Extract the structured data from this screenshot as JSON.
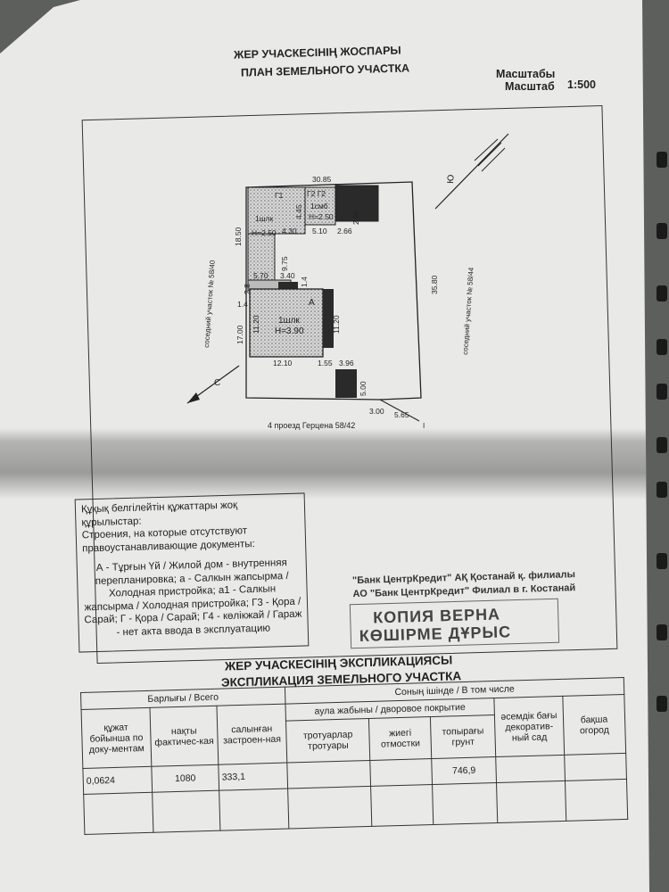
{
  "document": {
    "title_kz": "ЖЕР УЧАСКЕСІНІҢ ЖОСПАРЫ",
    "title_ru": "ПЛАН ЗЕМЕЛЬНОГО УЧАСТКА",
    "scale_label_kz": "Масштабы",
    "scale_label_ru": "Масштаб",
    "scale_value": "1:500"
  },
  "plan": {
    "neighbor_left": "соседний участок № 58/40",
    "neighbor_right": "соседний участок № 58/44",
    "street": "4 проезд Герцена 58/42",
    "north_label": "Ю",
    "south_label": "С",
    "corner_label": "I",
    "dimensions": {
      "top": "30.85",
      "right": "35.80",
      "left_upper": "18.50",
      "left_lower": "17.00",
      "bottom_a": "12.10",
      "bottom_b": "1.55",
      "bottom_c": "3.96",
      "garage_h": "5.00",
      "bottom_d": "3.00",
      "bottom_e": "5.65",
      "d430": "4.30",
      "d510": "5.10",
      "d266": "2.66",
      "d295": "2.95",
      "d570": "5.70",
      "d340": "3.40",
      "d14a": "1.4",
      "d14b": "1.4",
      "d11a": "11.20",
      "d11b": "11.20",
      "d975": "9.75",
      "d445": "4.45",
      "d28": "2.8"
    },
    "buildings": {
      "house": "1шлк",
      "house_h": "Н=3.90",
      "house_letter": "А",
      "b1": "Г1",
      "b1_type": "1шлк",
      "b1_h": "Н=2.50",
      "b2": "Г2  Г2",
      "b2_type": "1смб",
      "b2_h": "Н=2.50"
    }
  },
  "notes": {
    "line1": "Құқық белгілейтін құжаттары жоқ",
    "line2": "құрылыстар:",
    "line3": "Строения, на которые отсутствуют",
    "line4": "правоустанавливающие документы:",
    "legend": "А - Тұрғын Үй / Жилой дом - внутренняя перепланировка; а - Салкын жапсырма / Холодная пристройка; а1 - Салкын жапсырма / Холодная пристройка; Г3 - Қора / Сарай; Г - Қора / Сарай; Г4 - көлікжай / Гараж - нет акта ввода в эксплуатацию"
  },
  "stamp": {
    "bank_kz": "\"Банк ЦентрКредит\" АҚ Қостанай қ. филиалы",
    "bank_ru": "АО \"Банк ЦентрКредит\" Филиал в г. Костанай",
    "copy_ru": "КОПИЯ ВЕРНА",
    "copy_kz": "КӨШІРМЕ ДҰРЫС"
  },
  "explication": {
    "title_kz": "ЖЕР УЧАСКЕСІНІҢ ЭКСПЛИКАЦИЯСЫ",
    "title_ru": "ЭКСПЛИКАЦИЯ ЗЕМЕЛЬНОГО УЧАСТКА",
    "total_header": "Барлығы / Всего",
    "including_header": "Соның ішінде / В том числе",
    "yard_header": "аула жабыны / дворовое покрытие",
    "col_docs": "құжат бойынша по доку-ментам",
    "col_actual": "нақты фактичес-кая",
    "col_built": "салынған застроен-ная",
    "col_sidewalk": "тротуарлар тротуары",
    "col_blind": "жиегі отмостки",
    "col_ground": "топырағы грунт",
    "col_garden": "әсемдік бағы декоратив-ный сад",
    "col_veg": "бақша огород",
    "row": {
      "docs": "0,0624",
      "actual": "1080",
      "built": "333,1",
      "sidewalk": "",
      "blind": "",
      "ground": "746,9",
      "garden": "",
      "veg": ""
    }
  }
}
